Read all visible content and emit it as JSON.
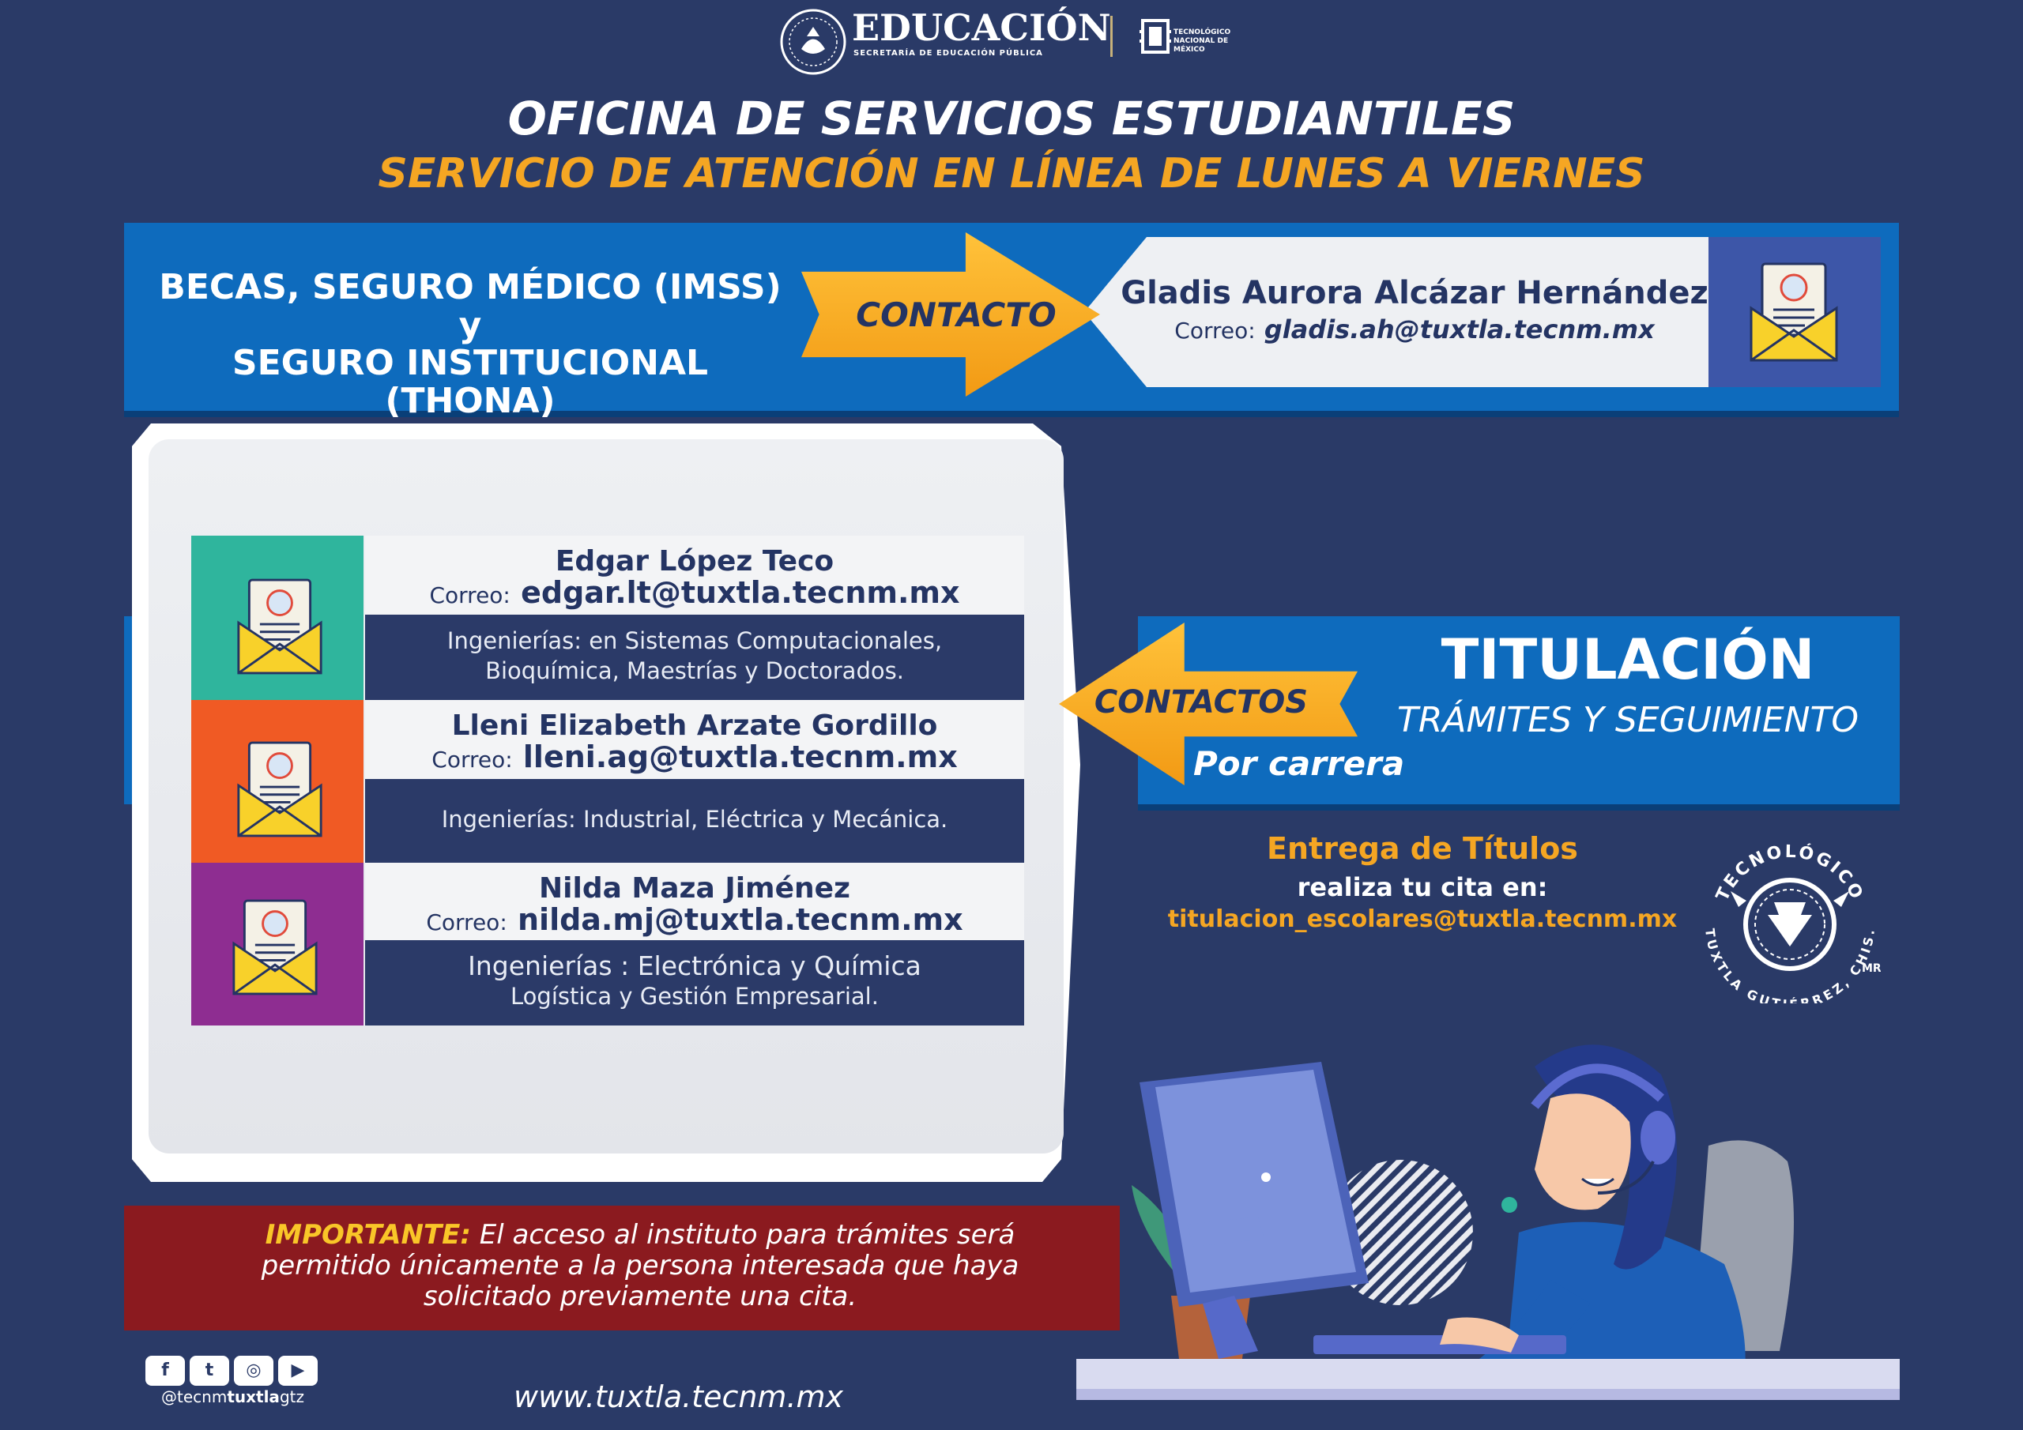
{
  "header": {
    "education_title": "EDUCACIÓN",
    "education_subtitle": "SECRETARÍA DE EDUCACIÓN PÚBLICA",
    "tec_label": "TECNOLÓGICO NACIONAL DE MÉXICO"
  },
  "title": "OFICINA DE SERVICIOS ESTUDIANTILES",
  "subtitle": "SERVICIO DE ATENCIÓN EN LÍNEA DE LUNES A VIERNES",
  "becas": {
    "line1": "BECAS, SEGURO MÉDICO (IMSS) y",
    "line2": "SEGURO INSTITUCIONAL (THONA)",
    "arrow_label": "CONTACTO",
    "name": "Gladis Aurora Alcázar Hernández",
    "mail_label": "Correo:",
    "mail": "gladis.ah@tuxtla.tecnm.mx"
  },
  "contacts": [
    {
      "name": "Edgar López Teco",
      "mail_label": "Correo:",
      "mail": "edgar.lt@tuxtla.tecnm.mx",
      "desc1": "Ingenierías: en Sistemas Computacionales,",
      "desc2": "Bioquímica, Maestrías y Doctorados.",
      "color": "#2fb59d"
    },
    {
      "name": "Lleni Elizabeth Arzate Gordillo",
      "mail_label": "Correo:",
      "mail": "lleni.ag@tuxtla.tecnm.mx",
      "desc1": "Ingenierías: Industrial, Eléctrica y Mecánica.",
      "desc2": "",
      "color": "#f05a24"
    },
    {
      "name": "Nilda Maza Jiménez",
      "mail_label": "Correo:",
      "mail": "nilda.mj@tuxtla.tecnm.mx",
      "desc1": "Ingenierías : Electrónica y Química",
      "desc2": "Logística y Gestión Empresarial.",
      "color": "#8e2d91"
    }
  ],
  "titulacion": {
    "arrow_label": "CONTACTOS",
    "title": "TITULACIÓN",
    "subtitle": "TRÁMITES  Y SEGUIMIENTO",
    "por_carrera": "Por carrera",
    "entrega": "Entrega de Títulos",
    "realiza": "realiza tu cita en:",
    "mail": "titulacion_escolares@tuxtla.tecnm.mx"
  },
  "seal": {
    "top": "TECNOLÓGICO",
    "bottom": "TUXTLA GUTIÉRREZ, CHIS.",
    "mark": "MR"
  },
  "important": {
    "label": "IMPORTANTE:",
    "line1": " El acceso al instituto para trámites será",
    "line2": "permitido únicamente a la persona interesada que haya",
    "line3": "solicitado previamente una cita."
  },
  "footer": {
    "social_icons": [
      "facebook-icon",
      "twitter-icon",
      "instagram-icon",
      "youtube-icon"
    ],
    "social_glyphs": [
      "f",
      "t",
      "◎",
      "▶"
    ],
    "handle_prefix": "@tecnm",
    "handle_bold": "tuxtla",
    "handle_suffix": "gtz",
    "website": "www.tuxtla.tecnm.mx"
  }
}
